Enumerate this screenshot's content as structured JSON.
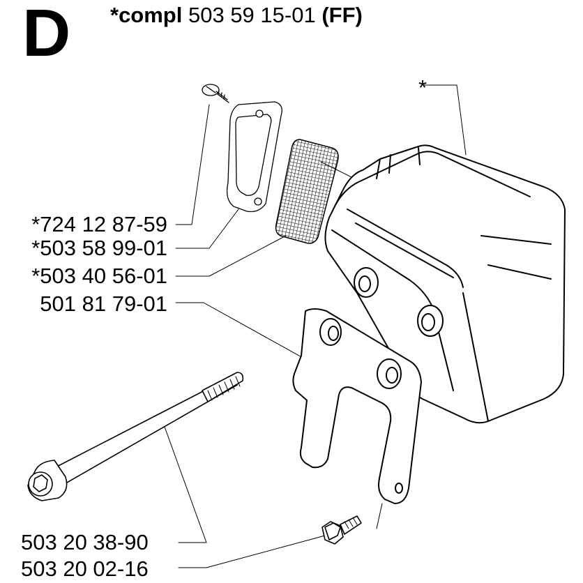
{
  "section": {
    "letter": "D"
  },
  "header": {
    "prefix": "*compl",
    "number": "503 59 15-01",
    "suffix": "(FF)"
  },
  "assembly_marker": "*",
  "parts": [
    {
      "label": "*724 12 87-59",
      "part": "screw"
    },
    {
      "label": "*503 58 99-01",
      "part": "gasket"
    },
    {
      "label": "*503 40 56-01",
      "part": "spark-arrestor-screen"
    },
    {
      "label": "501 81 79-01",
      "part": "muffler-bracket"
    },
    {
      "label": "503 20 38-90",
      "part": "muffler-bolt"
    },
    {
      "label": "503 20 02-16",
      "part": "flange-screw"
    }
  ],
  "colors": {
    "ink": "#000000",
    "paper": "#ffffff"
  }
}
